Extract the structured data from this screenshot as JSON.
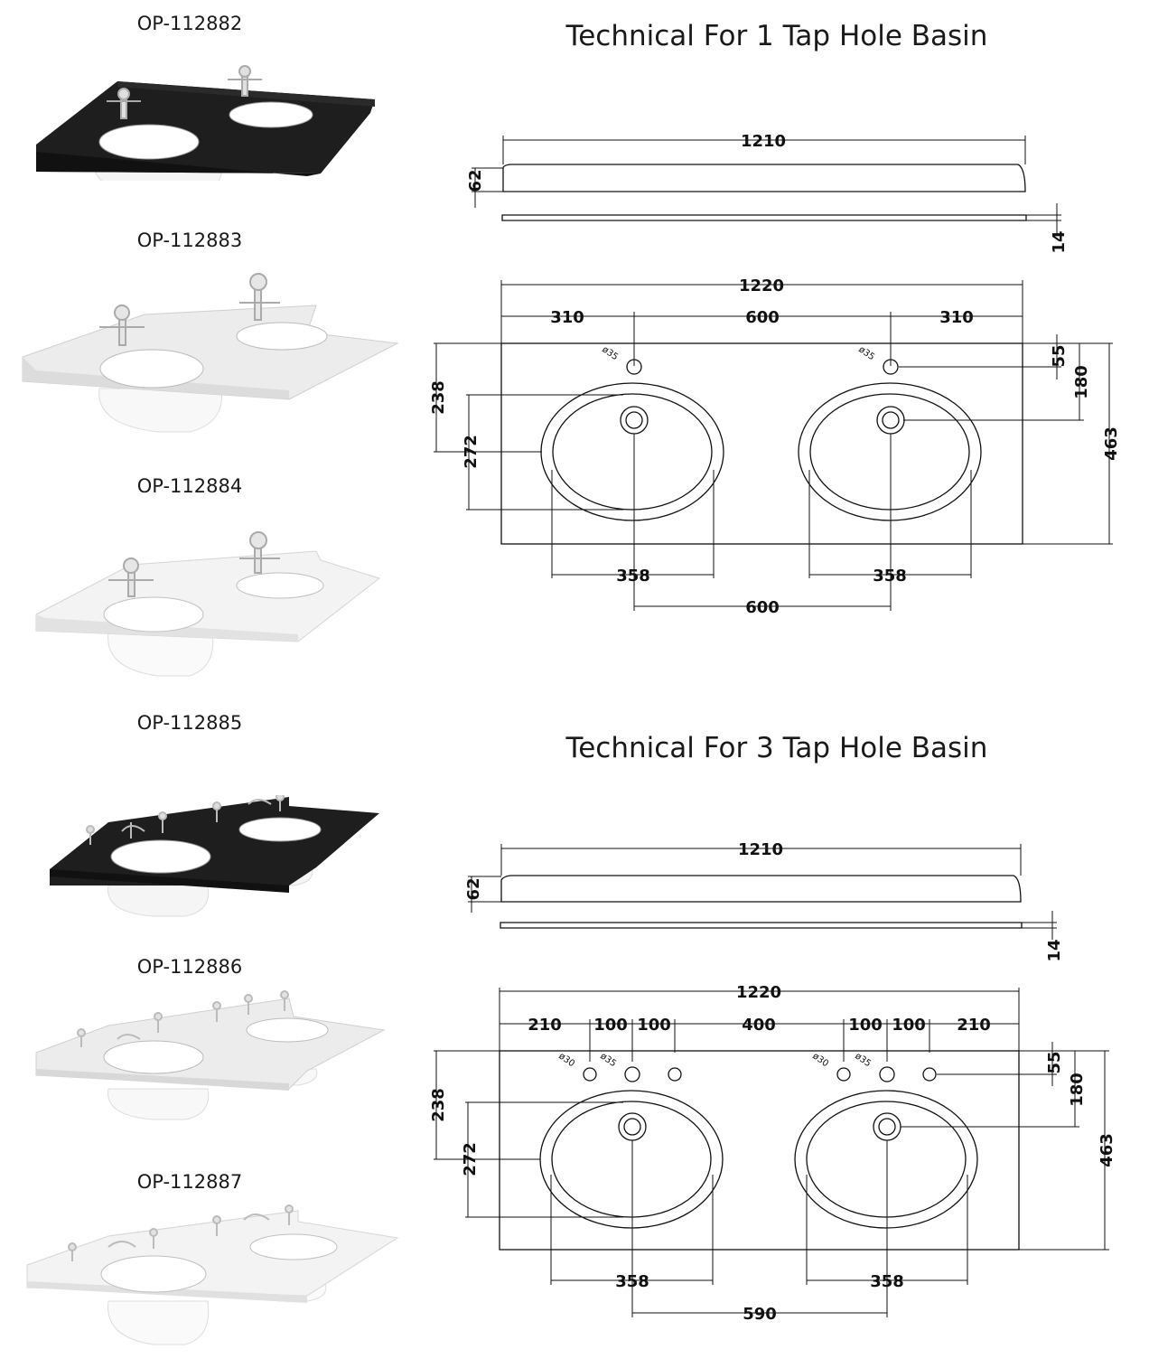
{
  "products": [
    {
      "code": "OP-112882",
      "finish": "black",
      "tap_holes": 1
    },
    {
      "code": "OP-112883",
      "finish": "grey-marble",
      "tap_holes": 1
    },
    {
      "code": "OP-112884",
      "finish": "white-marble",
      "tap_holes": 1
    },
    {
      "code": "OP-112885",
      "finish": "black",
      "tap_holes": 3
    },
    {
      "code": "OP-112886",
      "finish": "grey-marble",
      "tap_holes": 3
    },
    {
      "code": "OP-112887",
      "finish": "white-marble",
      "tap_holes": 3
    }
  ],
  "colors": {
    "black": "#1e1e1e",
    "grey-marble": "#ececec",
    "white-marble": "#f3f3f3",
    "line": "#111111"
  },
  "technical": [
    {
      "title": "Technical For 1 Tap Hole Basin",
      "side_width": "1210",
      "side_height": "62",
      "thickness": "14",
      "plan_width": "1220",
      "top_segments": [
        "310",
        "600",
        "310"
      ],
      "hole_dia_labels": [
        "ø35",
        "ø35"
      ],
      "hole_offset": "55",
      "waste_offset": "180",
      "depth": "463",
      "bowl_offset": "238",
      "bowl_length": "272",
      "bowl_widths": [
        "358",
        "358"
      ],
      "bowl_spacing": "600"
    },
    {
      "title": "Technical For 3 Tap Hole Basin",
      "side_width": "1210",
      "side_height": "62",
      "thickness": "14",
      "plan_width": "1220",
      "top_segments": [
        "210",
        "100",
        "100",
        "400",
        "100",
        "100",
        "210"
      ],
      "hole_dia_labels": [
        "ø30",
        "ø35",
        "ø30",
        "ø35"
      ],
      "hole_offset": "55",
      "waste_offset": "180",
      "depth": "463",
      "bowl_offset": "238",
      "bowl_length": "272",
      "bowl_widths": [
        "358",
        "358"
      ],
      "bowl_spacing": "590"
    }
  ]
}
